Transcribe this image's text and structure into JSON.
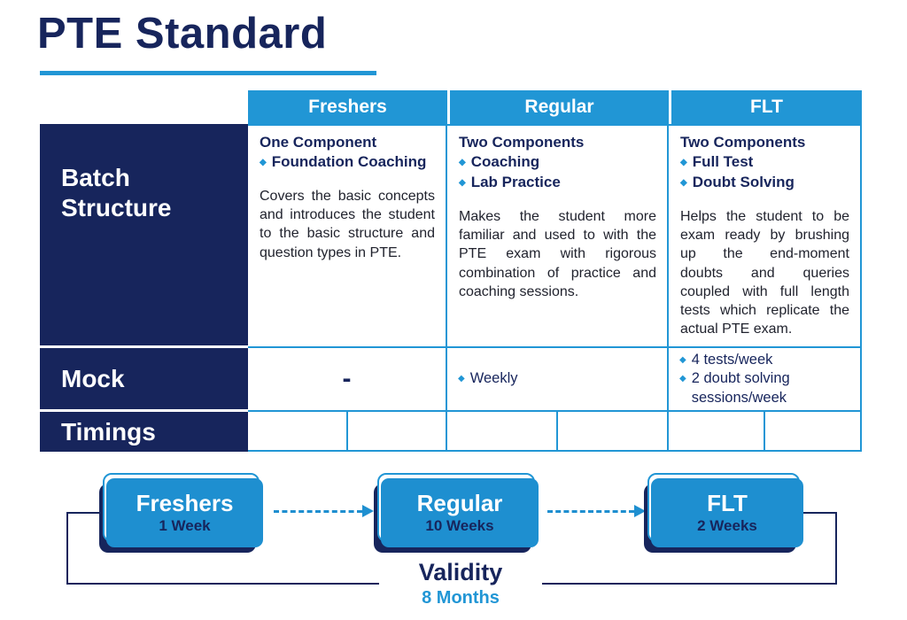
{
  "page": {
    "title": "PTE Standard"
  },
  "colors": {
    "navy": "#17255c",
    "blue": "#2196d5"
  },
  "icons": {
    "bullet": "◆"
  },
  "table": {
    "headers": [
      "Freshers",
      "Regular",
      "FLT"
    ],
    "row_labels": {
      "batch": "Batch\nStructure",
      "mock": "Mock",
      "timings": "Timings"
    },
    "batch": [
      {
        "heading": "One Component",
        "bullets": [
          "Foundation Coaching"
        ],
        "description": "Covers the basic concepts and introduces the student to the basic structure and question types in PTE."
      },
      {
        "heading": "Two Components",
        "bullets": [
          "Coaching",
          "Lab Practice"
        ],
        "description": "Makes the student more familiar and used to with the PTE exam with rigorous combination of practice and coaching sessions."
      },
      {
        "heading": "Two Components",
        "bullets": [
          "Full Test",
          "Doubt Solving"
        ],
        "description": "Helps the student to be exam ready by brushing up the end-moment doubts and queries coupled with full length tests which replicate the actual PTE exam."
      }
    ],
    "mock": {
      "freshers_dash": "-",
      "regular_bullets": [
        "Weekly"
      ],
      "flt_bullets": [
        "4 tests/week",
        "2 doubt solving sessions/week"
      ]
    }
  },
  "flow": {
    "stages": [
      {
        "title": "Freshers",
        "duration": "1 Week"
      },
      {
        "title": "Regular",
        "duration": "10 Weeks"
      },
      {
        "title": "FLT",
        "duration": "2 Weeks"
      }
    ],
    "validity_label": "Validity",
    "validity_value": "8 Months"
  }
}
